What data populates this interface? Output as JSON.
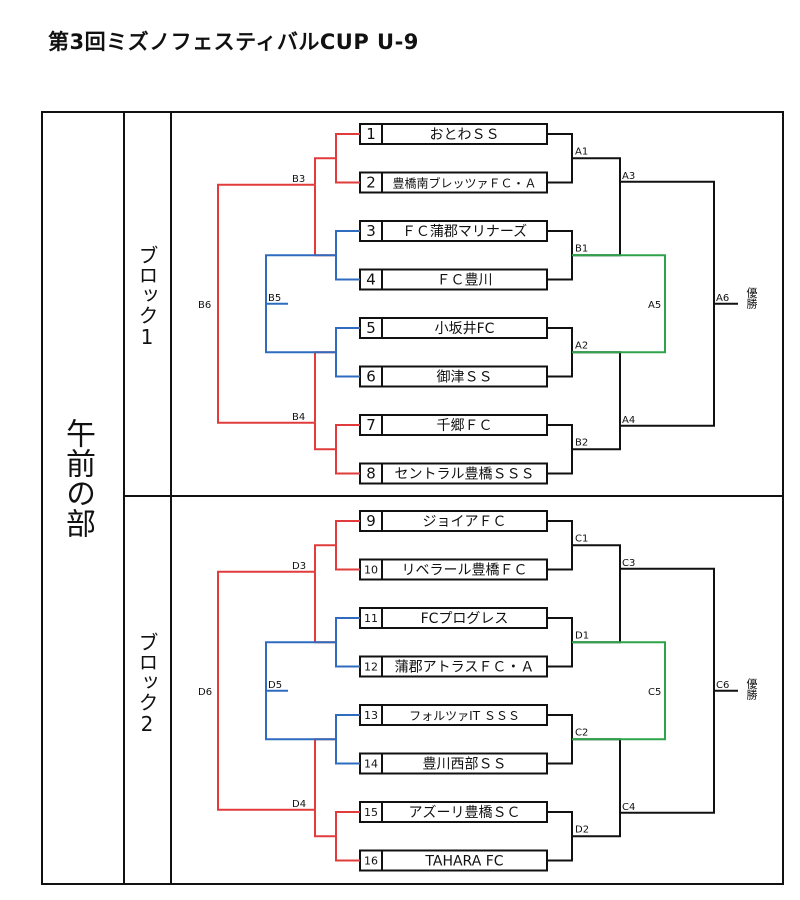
{
  "title": "第3回ミズノフェスティバルCUP U-9",
  "section_label": "午前の部",
  "champion_label": "優勝",
  "blocks": [
    {
      "label": "ブロック1",
      "teams": [
        {
          "seed": "1",
          "name": "おとわＳＳ"
        },
        {
          "seed": "2",
          "name": "豊橋南ブレッツァＦＣ・Ａ"
        },
        {
          "seed": "3",
          "name": "ＦＣ蒲郡マリナーズ"
        },
        {
          "seed": "4",
          "name": "ＦＣ豊川"
        },
        {
          "seed": "5",
          "name": "小坂井FC"
        },
        {
          "seed": "6",
          "name": "御津ＳＳ"
        },
        {
          "seed": "7",
          "name": "千郷ＦＣ"
        },
        {
          "seed": "8",
          "name": "セントラル豊橋ＳＳＳ"
        }
      ],
      "matches": {
        "left": {
          "pairTop": "B3",
          "pairBottom": "B4",
          "inner": "B5",
          "outer": "B6"
        },
        "right": {
          "q1": "A1",
          "q2": "B1",
          "q3": "A2",
          "q4": "B2",
          "semiTop": "A3",
          "semiBottom": "A4",
          "inner": "A5",
          "final": "A6"
        }
      }
    },
    {
      "label": "ブロック2",
      "teams": [
        {
          "seed": "9",
          "name": "ジョイアＦＣ"
        },
        {
          "seed": "10",
          "name": "リベラール豊橋ＦＣ"
        },
        {
          "seed": "11",
          "name": "FCプログレス"
        },
        {
          "seed": "12",
          "name": "蒲郡アトラスＦＣ・Ａ"
        },
        {
          "seed": "13",
          "name": "フォルツァIT ＳＳＳ"
        },
        {
          "seed": "14",
          "name": "豊川西部ＳＳ"
        },
        {
          "seed": "15",
          "name": "アズーリ豊橋ＳＣ"
        },
        {
          "seed": "16",
          "name": "TAHARA FC"
        }
      ],
      "matches": {
        "left": {
          "pairTop": "D3",
          "pairBottom": "D4",
          "inner": "D5",
          "outer": "D6"
        },
        "right": {
          "q1": "C1",
          "q2": "D1",
          "q3": "C2",
          "q4": "D2",
          "semiTop": "C3",
          "semiBottom": "C4",
          "inner": "C5",
          "final": "C6"
        }
      }
    }
  ],
  "colors": {
    "line": "#111111",
    "red": "#e23b3b",
    "blue": "#2f6cc0",
    "green": "#2ea34a"
  }
}
